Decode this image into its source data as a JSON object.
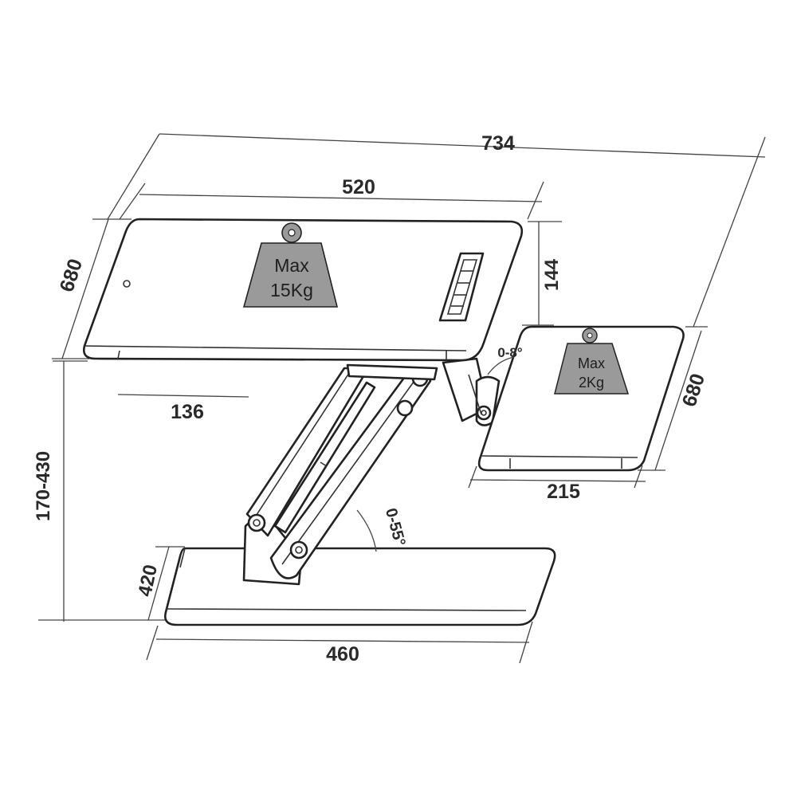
{
  "dimensions": {
    "overall_width": "734",
    "top_width": "520",
    "top_depth": "680",
    "top_step": "144",
    "offset": "136",
    "height_range": "170-430",
    "base_depth": "420",
    "base_width": "460",
    "tray_width": "215",
    "tray_depth": "680",
    "tray_angle": "0-8°",
    "arm_angle": "0-55°"
  },
  "weights": {
    "top": {
      "line1": "Max",
      "line2": "15Kg"
    },
    "tray": {
      "line1": "Max",
      "line2": "2Kg"
    }
  },
  "colors": {
    "line": "#2b2b2b",
    "weight_fill": "#9a9a9a",
    "background": "#ffffff"
  }
}
